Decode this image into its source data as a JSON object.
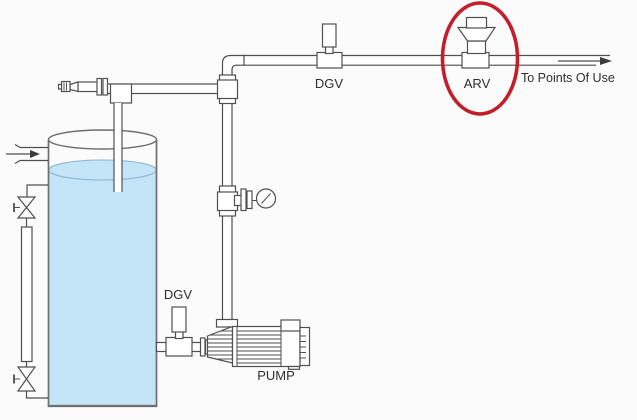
{
  "diagram": {
    "type": "piping-schematic",
    "labels": {
      "discharge_valve": "DGV",
      "air_release_valve": "ARV",
      "outlet_text": "To Points Of Use",
      "suction_valve": "DGV",
      "pump": "PUMP"
    },
    "components": [
      "storage-tank",
      "water",
      "tank-inlet-arrow",
      "sight-glass-level-gauge",
      "sight-glass-top-valve",
      "sight-glass-bottom-valve",
      "dip-tube",
      "hose-connector-nozzle",
      "discharge-pipe",
      "pipe-elbow",
      "pressure-gauge",
      "gauge-isolation-fitting",
      "suction-gate-valve-DGV",
      "discharge-gate-valve-DGV",
      "air-release-valve-ARV",
      "arv-highlight-circle",
      "pump-motor",
      "outlet-flow-arrow"
    ],
    "colors": {
      "line": "#4f4f4f",
      "tank_outline": "#6e6e6e",
      "water_fill": "#c3e5f7",
      "water_edge": "#8fb6ca",
      "highlight_red": "#c21f2a",
      "label_text": "#2e2e2e",
      "background": "#fbfbfb"
    }
  }
}
